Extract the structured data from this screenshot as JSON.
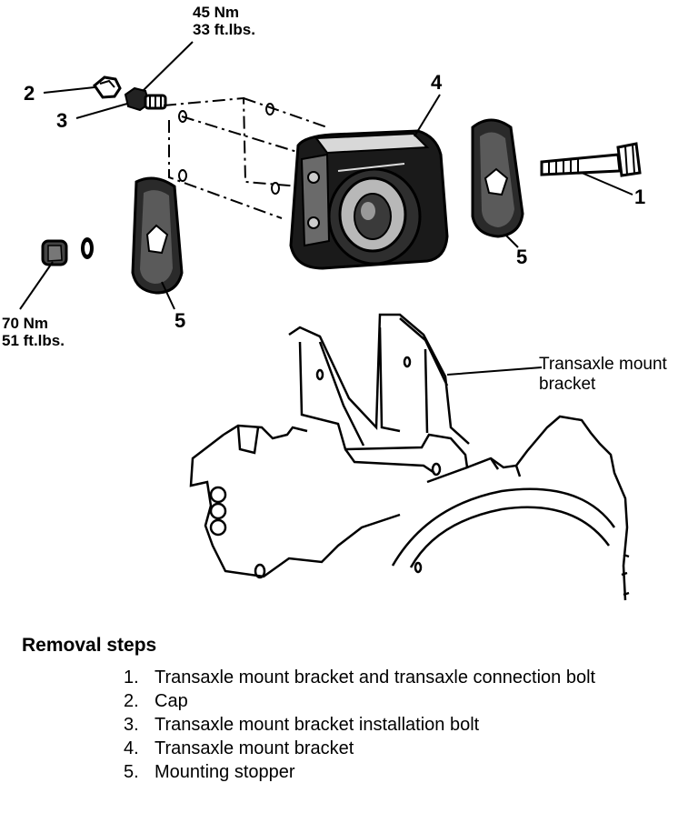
{
  "torque": {
    "upper": {
      "nm": "45 Nm",
      "ftlbs": "33 ft.lbs."
    },
    "lower": {
      "nm": "70 Nm",
      "ftlbs": "51 ft.lbs."
    }
  },
  "callouts": {
    "c1": "1",
    "c2": "2",
    "c3": "3",
    "c4": "4",
    "c5_left": "5",
    "c5_right": "5"
  },
  "bracket_label": {
    "line1": "Transaxle mount",
    "line2": "bracket"
  },
  "removal": {
    "title": "Removal steps",
    "steps": [
      {
        "num": "1.",
        "text": "Transaxle mount bracket and transaxle connection bolt"
      },
      {
        "num": "2.",
        "text": "Cap"
      },
      {
        "num": "3.",
        "text": "Transaxle mount bracket installation bolt"
      },
      {
        "num": "4.",
        "text": "Transaxle mount bracket"
      },
      {
        "num": "5.",
        "text": "Mounting stopper"
      }
    ]
  }
}
